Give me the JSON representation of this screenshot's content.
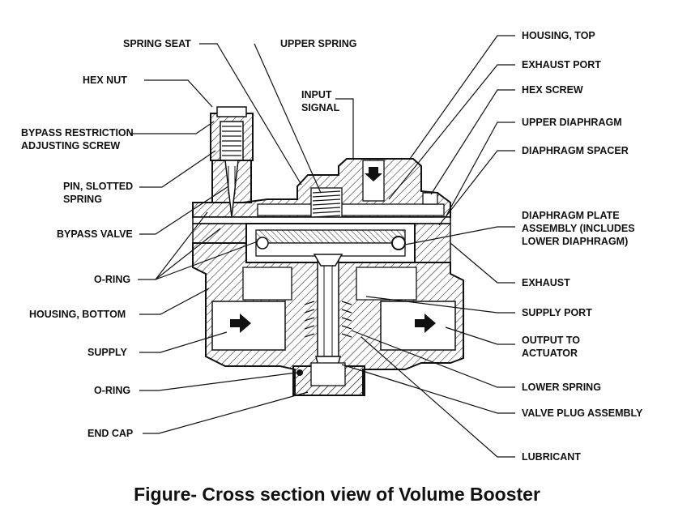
{
  "labels": {
    "spring_seat": "SPRING SEAT",
    "upper_spring": "UPPER SPRING",
    "hex_nut": "HEX NUT",
    "input_signal_1": "INPUT",
    "input_signal_2": "SIGNAL",
    "bypass_restriction_1": "BYPASS RESTRICTION",
    "bypass_restriction_2": "ADJUSTING SCREW",
    "pin_slotted_1": "PIN, SLOTTED",
    "pin_slotted_2": "SPRING",
    "bypass_valve": "BYPASS VALVE",
    "o_ring_left": "O-RING",
    "housing_bottom": "HOUSING, BOTTOM",
    "supply": "SUPPLY",
    "o_ring_lower": "O-RING",
    "end_cap": "END CAP",
    "housing_top": "HOUSING, TOP",
    "exhaust_port": "EXHAUST PORT",
    "hex_screw": "HEX SCREW",
    "upper_diaphragm": "UPPER DIAPHRAGM",
    "diaphragm_spacer": "DIAPHRAGM SPACER",
    "diaphragm_plate_1": "DIAPHRAGM PLATE",
    "diaphragm_plate_2": "ASSEMBLY (INCLUDES",
    "diaphragm_plate_3": "LOWER DIAPHRAGM)",
    "exhaust": "EXHAUST",
    "supply_port": "SUPPLY PORT",
    "output_1": "OUTPUT TO",
    "output_2": "ACTUATOR",
    "lower_spring": "LOWER SPRING",
    "valve_plug_assembly": "VALVE PLUG ASSEMBLY",
    "lubricant": "LUBRICANT"
  },
  "caption": "Figure- Cross section view of Volume Booster"
}
